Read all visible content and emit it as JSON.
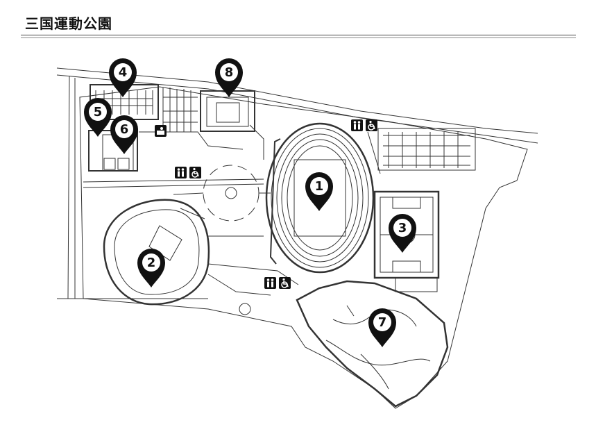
{
  "header": {
    "title": "三国運動公園"
  },
  "markers": [
    {
      "id": "1",
      "label": "1"
    },
    {
      "id": "2",
      "label": "2"
    },
    {
      "id": "3",
      "label": "3"
    },
    {
      "id": "4",
      "label": "4"
    },
    {
      "id": "5",
      "label": "5"
    },
    {
      "id": "6",
      "label": "6"
    },
    {
      "id": "7",
      "label": "7"
    },
    {
      "id": "8",
      "label": "8"
    }
  ],
  "facility_icons": [
    {
      "name": "restroom-icon"
    },
    {
      "name": "wheelchair-icon"
    },
    {
      "name": "rest-area-icon"
    }
  ],
  "colors": {
    "ink": "#111111",
    "line": "#333333",
    "paper": "#ffffff"
  }
}
